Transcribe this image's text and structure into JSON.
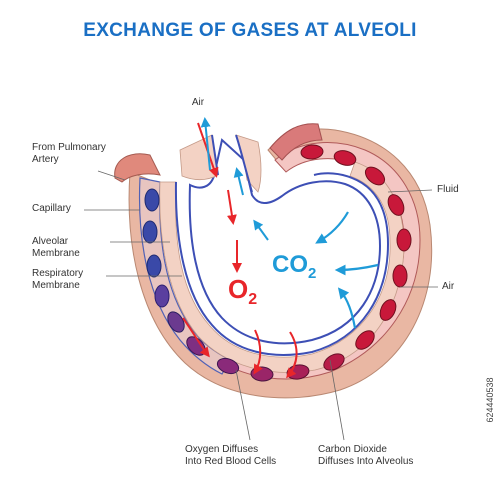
{
  "title": "EXCHANGE OF GASES AT ALVEOLI",
  "labels": {
    "air_top": "Air",
    "from_pulmonary_artery": [
      "From Pulmonary",
      "Artery"
    ],
    "capillary": "Capillary",
    "alveolar_membrane": [
      "Alveolar",
      "Membrane"
    ],
    "respiratory_membrane": [
      "Respiratory",
      "Membrane"
    ],
    "fluid": "Fluid",
    "air_right": "Air",
    "oxygen_diffuses": [
      "Oxygen Diffuses",
      "Into Red Blood Cells"
    ],
    "co2_diffuses": [
      "Carbon Dioxide",
      "Diffuses Into Alveolus"
    ]
  },
  "gases": {
    "o2": "O",
    "o2_sub": "2",
    "co2": "CO",
    "co2_sub": "2"
  },
  "stock_number": "624440538",
  "colors": {
    "title": "#1a6fc4",
    "oxygen_red": "#e8262a",
    "co2_blue": "#1f9bd8",
    "tissue": "#e7b39e",
    "tissue_light": "#f5d9cc",
    "vessel_outline": "#3d4fb5",
    "venous_cell": "#3a49a8",
    "arterial_cell": "#c8183a",
    "mixed_cell": "#8a2a7a"
  }
}
